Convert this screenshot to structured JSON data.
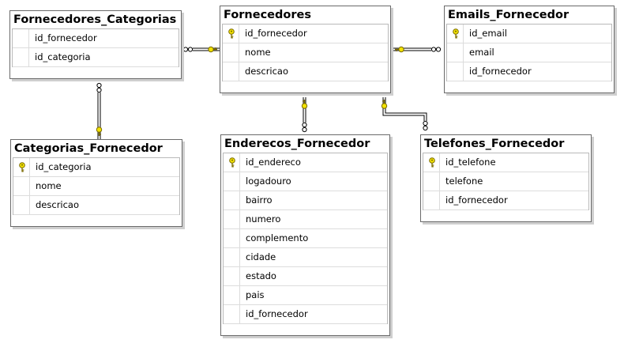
{
  "colors": {
    "connector": "#000000",
    "key_fill": "#f2e200",
    "key_stroke": "#7a6a00"
  },
  "tables": {
    "fornecedores_categorias": {
      "title": "Fornecedores_Categorias",
      "columns": [
        {
          "name": "id_fornecedor",
          "pk": false
        },
        {
          "name": "id_categoria",
          "pk": false
        }
      ]
    },
    "fornecedores": {
      "title": "Fornecedores",
      "columns": [
        {
          "name": "id_fornecedor",
          "pk": true
        },
        {
          "name": "nome",
          "pk": false
        },
        {
          "name": "descricao",
          "pk": false
        }
      ]
    },
    "emails_fornecedor": {
      "title": "Emails_Fornecedor",
      "columns": [
        {
          "name": "id_email",
          "pk": true
        },
        {
          "name": "email",
          "pk": false
        },
        {
          "name": "id_fornecedor",
          "pk": false
        }
      ]
    },
    "categorias_fornecedor": {
      "title": "Categorias_Fornecedor",
      "columns": [
        {
          "name": "id_categoria",
          "pk": true
        },
        {
          "name": "nome",
          "pk": false
        },
        {
          "name": "descricao",
          "pk": false
        }
      ]
    },
    "enderecos_fornecedor": {
      "title": "Enderecos_Fornecedor",
      "columns": [
        {
          "name": "id_endereco",
          "pk": true
        },
        {
          "name": "logadouro",
          "pk": false
        },
        {
          "name": "bairro",
          "pk": false
        },
        {
          "name": "numero",
          "pk": false
        },
        {
          "name": "complemento",
          "pk": false
        },
        {
          "name": "cidade",
          "pk": false
        },
        {
          "name": "estado",
          "pk": false
        },
        {
          "name": "pais",
          "pk": false
        },
        {
          "name": "id_fornecedor",
          "pk": false
        }
      ]
    },
    "telefones_fornecedor": {
      "title": "Telefones_Fornecedor",
      "columns": [
        {
          "name": "id_telefone",
          "pk": true
        },
        {
          "name": "telefone",
          "pk": false
        },
        {
          "name": "id_fornecedor",
          "pk": false
        }
      ]
    }
  },
  "relationships": [
    {
      "one": "fornecedores",
      "many": "fornecedores_categorias"
    },
    {
      "one": "fornecedores",
      "many": "emails_fornecedor"
    },
    {
      "one": "categorias_fornecedor",
      "many": "fornecedores_categorias"
    },
    {
      "one": "fornecedores",
      "many": "enderecos_fornecedor"
    },
    {
      "one": "fornecedores",
      "many": "telefones_fornecedor"
    }
  ]
}
